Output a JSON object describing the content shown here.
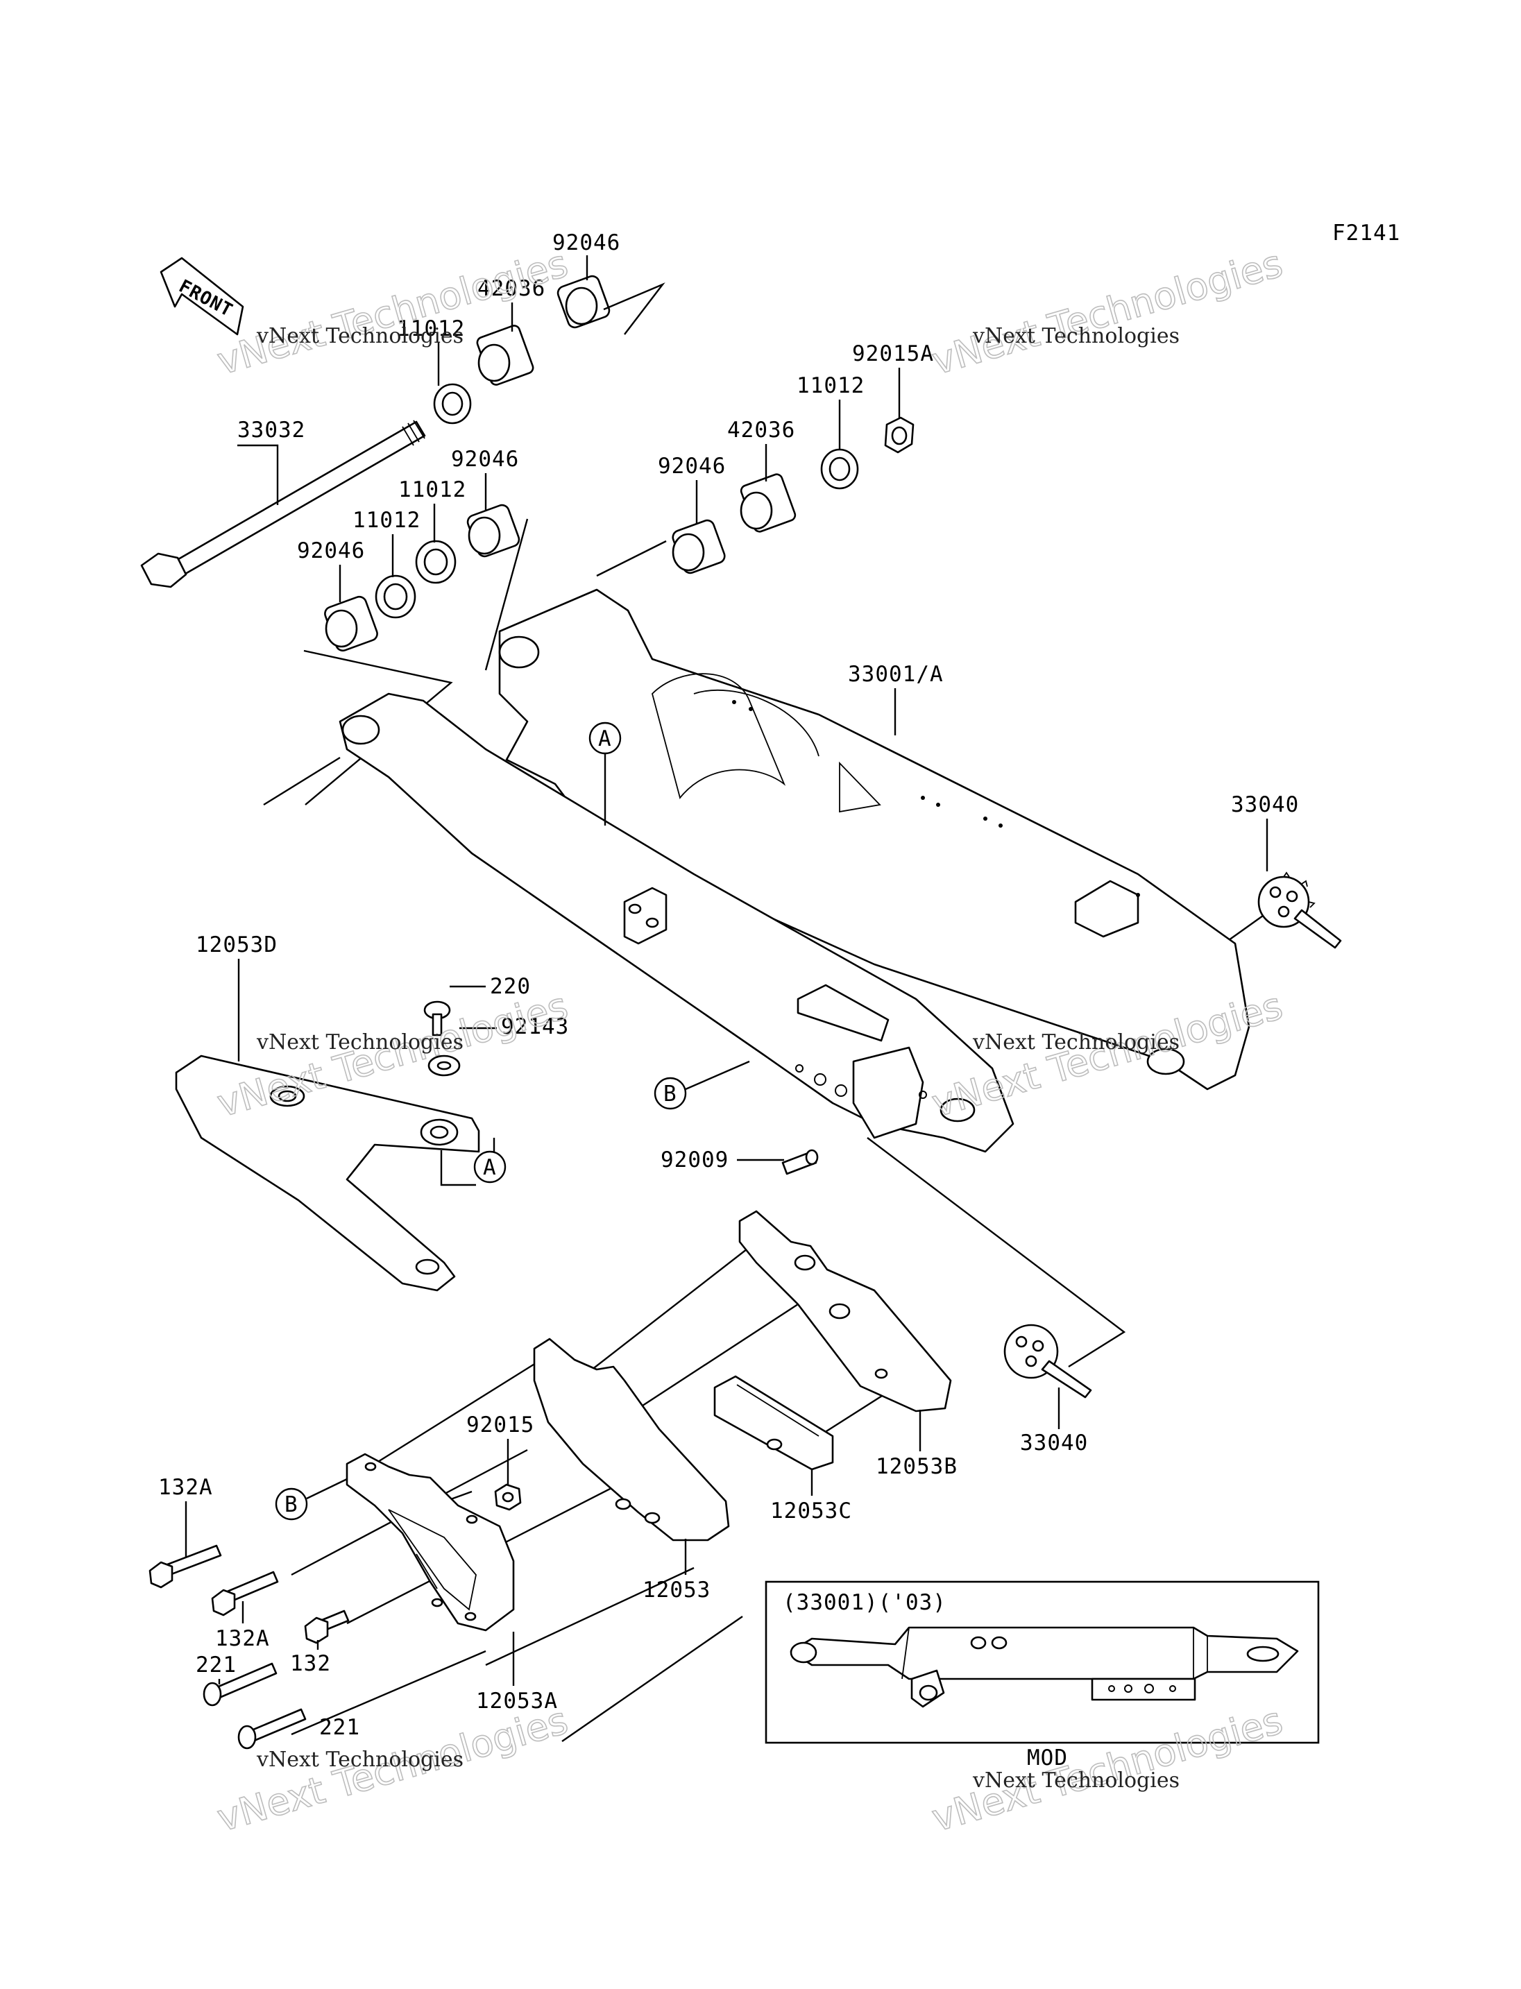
{
  "figure_code": "F2141",
  "front_label": "FRONT",
  "labels": [
    {
      "id": "p92046_top",
      "text": "92046"
    },
    {
      "id": "p42036_top",
      "text": "42036"
    },
    {
      "id": "p11012_top",
      "text": "11012"
    },
    {
      "id": "p33032",
      "text": "33032"
    },
    {
      "id": "p92046_mid",
      "text": "92046"
    },
    {
      "id": "p11012_mid1",
      "text": "11012"
    },
    {
      "id": "p11012_mid2",
      "text": "11012"
    },
    {
      "id": "p92046_low",
      "text": "92046"
    },
    {
      "id": "p92015A",
      "text": "92015A"
    },
    {
      "id": "p11012_r",
      "text": "11012"
    },
    {
      "id": "p42036_r",
      "text": "42036"
    },
    {
      "id": "p92046_r",
      "text": "92046"
    },
    {
      "id": "p33001A",
      "text": "33001/A"
    },
    {
      "id": "p33040_top",
      "text": "33040"
    },
    {
      "id": "p12053D",
      "text": "12053D"
    },
    {
      "id": "p220",
      "text": "220"
    },
    {
      "id": "p92143",
      "text": "92143"
    },
    {
      "id": "p92009",
      "text": "92009"
    },
    {
      "id": "p33040_low",
      "text": "33040"
    },
    {
      "id": "p12053B",
      "text": "12053B"
    },
    {
      "id": "p12053C",
      "text": "12053C"
    },
    {
      "id": "p92015",
      "text": "92015"
    },
    {
      "id": "p12053",
      "text": "12053"
    },
    {
      "id": "p132A_1",
      "text": "132A"
    },
    {
      "id": "p132A_2",
      "text": "132A"
    },
    {
      "id": "p132",
      "text": "132"
    },
    {
      "id": "p221_1",
      "text": "221"
    },
    {
      "id": "p221_2",
      "text": "221"
    },
    {
      "id": "p12053A",
      "text": "12053A"
    }
  ],
  "markers": {
    "a1": "A",
    "a2": "A",
    "b1": "B",
    "b2": "B"
  },
  "inset": {
    "title": "(33001)('03)"
  },
  "mod_label": "MOD",
  "watermark": {
    "line1": "vNext Technologies",
    "line2": "vNext Technologies"
  }
}
